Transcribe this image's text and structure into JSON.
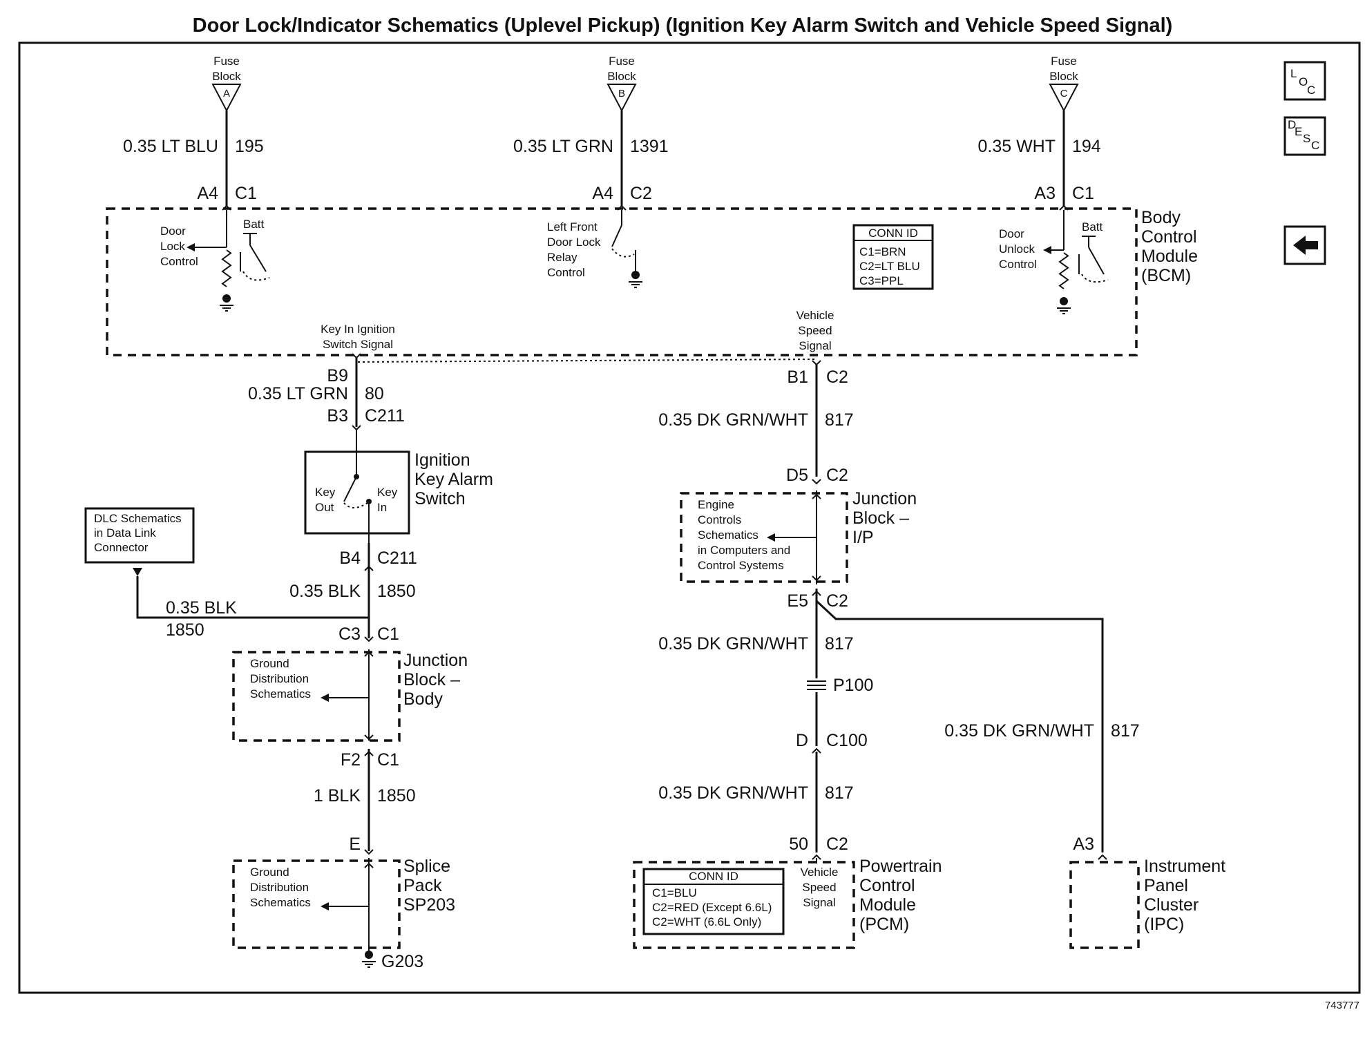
{
  "title": "Door Lock/Indicator Schematics (Uplevel Pickup) (Ignition Key Alarm Switch and Vehicle Speed Signal)",
  "figure_number": "743777",
  "nav": {
    "loc_label": "LOC",
    "desc_label": "DESC",
    "back_symbol": "←"
  },
  "fuse_block_label": "Fuse Block",
  "fuses": [
    {
      "id": "A",
      "wire": "0.35 LT BLU",
      "circuit": "195",
      "pin": "A4",
      "connector": "C1"
    },
    {
      "id": "B",
      "wire": "0.35 LT GRN",
      "circuit": "1391",
      "pin": "A4",
      "connector": "C2"
    },
    {
      "id": "C",
      "wire": "0.35 WHT",
      "circuit": "194",
      "pin": "A3",
      "connector": "C1"
    }
  ],
  "bcm": {
    "name": [
      "Body",
      "Control",
      "Module",
      "(BCM)"
    ],
    "door_lock": [
      "Door",
      "Lock",
      "Control"
    ],
    "left_front": [
      "Left Front",
      "Door Lock",
      "Relay",
      "Control"
    ],
    "door_unlock": [
      "Door",
      "Unlock",
      "Control"
    ],
    "batt": "Batt",
    "conn_id_title": "CONN ID",
    "conn_id": [
      "C1=BRN",
      "C2=LT BLU",
      "C3=PPL"
    ],
    "key_in_signal": [
      "Key In Ignition",
      "Switch Signal"
    ],
    "vss_signal": [
      "Vehicle",
      "Speed",
      "Signal"
    ]
  },
  "left_branch": {
    "bcm_pin": "B9",
    "wire_top": "0.35 LT GRN",
    "circuit_top": "80",
    "switch_pin": "B3",
    "switch_conn": "C211",
    "switch_name": [
      "Ignition",
      "Key Alarm",
      "Switch"
    ],
    "key_out": [
      "Key",
      "Out"
    ],
    "key_in": [
      "Key",
      "In"
    ],
    "switch_out_pin": "B4",
    "switch_out_conn": "C211",
    "wire_mid": "0.35 BLK",
    "circuit_mid": "1850",
    "dlc_box": [
      "DLC Schematics",
      "in Data Link",
      "Connector"
    ],
    "dlc_wire": "0.35 BLK",
    "dlc_circuit": "1850",
    "jb_pin_top": "C3",
    "jb_conn_top": "C1",
    "jb_name": [
      "Junction",
      "Block –",
      "Body"
    ],
    "ground_dist": [
      "Ground",
      "Distribution",
      "Schematics"
    ],
    "jb_pin_bottom": "F2",
    "jb_conn_bottom": "C1",
    "wire_low": "1 BLK",
    "circuit_low": "1850",
    "splice_pin": "E",
    "splice_name": [
      "Splice",
      "Pack",
      "SP203"
    ],
    "ground_dist2": [
      "Ground",
      "Distribution",
      "Schematics"
    ],
    "ground": "G203"
  },
  "right_branch": {
    "bcm_pin": "B1",
    "bcm_conn": "C2",
    "wire_1": "0.35 DK GRN/WHT",
    "circuit_1": "817",
    "jbip_pin_top": "D5",
    "jbip_conn_top": "C2",
    "jbip_name": [
      "Junction",
      "Block –",
      "I/P"
    ],
    "engine_box": [
      "Engine",
      "Controls",
      "Schematics",
      "in Computers and",
      "Control Systems"
    ],
    "jbip_pin_bottom": "E5",
    "jbip_conn_bottom": "C2",
    "wire_2": "0.35 DK GRN/WHT",
    "circuit_2": "817",
    "inline": "P100",
    "c100_pin": "D",
    "c100_conn": "C100",
    "wire_3": "0.35 DK GRN/WHT",
    "circuit_3": "817",
    "pcm_pin": "50",
    "pcm_conn": "C2",
    "pcm_conn_id_title": "CONN ID",
    "pcm_conn_id": [
      "C1=BLU",
      "C2=RED (Except 6.6L)",
      "C2=WHT (6.6L Only)"
    ],
    "pcm_vss": [
      "Vehicle",
      "Speed",
      "Signal"
    ],
    "pcm_name": [
      "Powertrain",
      "Control",
      "Module",
      "(PCM)"
    ],
    "ipc_wire": "0.35 DK GRN/WHT",
    "ipc_circuit": "817",
    "ipc_pin": "A3",
    "ipc_name": [
      "Instrument",
      "Panel",
      "Cluster",
      "(IPC)"
    ]
  }
}
